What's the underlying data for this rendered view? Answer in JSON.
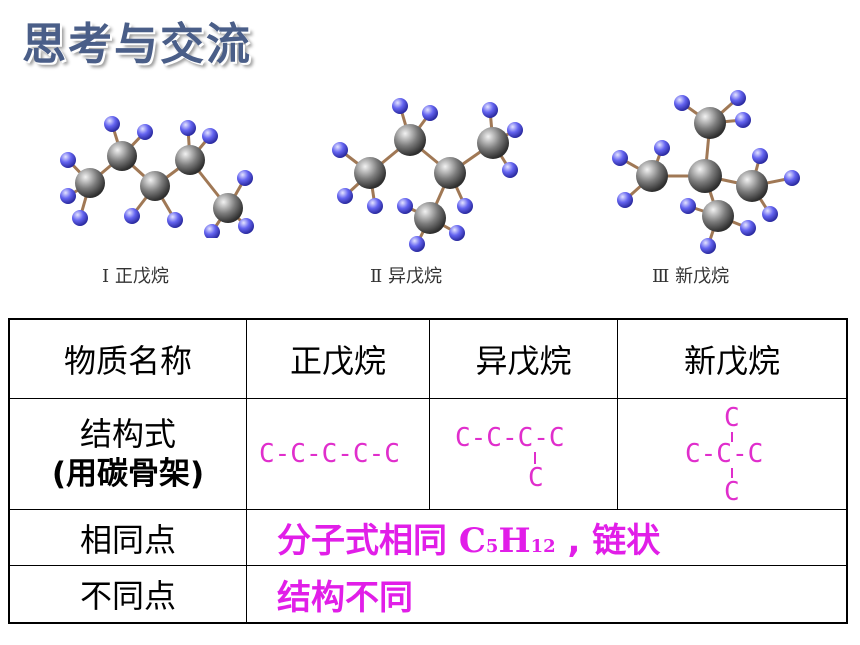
{
  "title": "思考与交流",
  "models": [
    {
      "caption": "Ⅰ 正戊烷"
    },
    {
      "caption": "Ⅱ 异戊烷"
    },
    {
      "caption": "Ⅲ 新戊烷"
    }
  ],
  "table": {
    "header_label": "物质名称",
    "columns": [
      "正戊烷",
      "异戊烷",
      "新戊烷"
    ],
    "struct_label_line1": "结构式",
    "struct_label_line2": "(用碳骨架)",
    "formulas": {
      "normal": "C-C-C-C-C",
      "iso_main": "C-C-C-C",
      "iso_branch": "C",
      "neo_top": "C",
      "neo_mid": "C-C-C",
      "neo_bottom": "C"
    },
    "same_label": "相同点",
    "same_text_prefix": "分子式相同 ",
    "same_formula_c": "C",
    "same_formula_5": "5",
    "same_formula_h": "H",
    "same_formula_12": "12",
    "same_text_suffix": " , 链状",
    "diff_label": "不同点",
    "diff_text": "结构不同"
  },
  "colors": {
    "accent_magenta": "#e11ee8",
    "title_blue": "#4a5e88"
  }
}
